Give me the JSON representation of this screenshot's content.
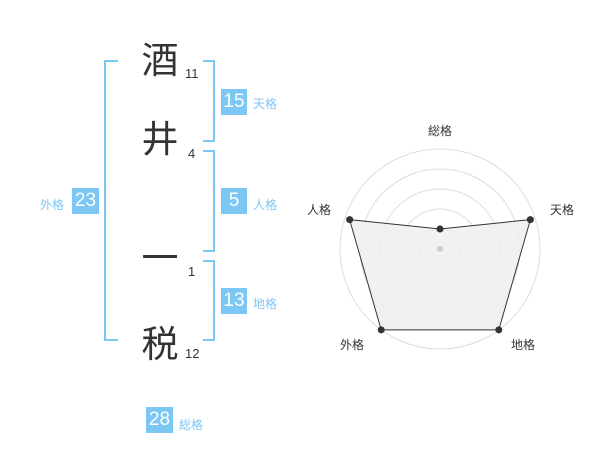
{
  "characters": [
    {
      "char": "酒",
      "strokes": "11"
    },
    {
      "char": "井",
      "strokes": "4"
    },
    {
      "char": "一",
      "strokes": "1"
    },
    {
      "char": "税",
      "strokes": "12"
    }
  ],
  "fortunes": {
    "tenkaku": {
      "value": "15",
      "label": "天格"
    },
    "jinkaku": {
      "value": "5",
      "label": "人格"
    },
    "chikaku": {
      "value": "13",
      "label": "地格"
    },
    "gaikaku": {
      "value": "23",
      "label": "外格"
    },
    "soukaku": {
      "value": "28",
      "label": "総格"
    }
  },
  "colors": {
    "accent": "#7cc7f3",
    "text": "#333333",
    "grid": "#dddddd",
    "fill": "#eeeeee"
  },
  "chart_data": {
    "type": "radar",
    "axes": [
      "総格",
      "天格",
      "地格",
      "外格",
      "人格"
    ],
    "values": [
      0.2,
      0.95,
      1.0,
      1.0,
      0.95
    ],
    "rings": 5,
    "max": 1
  }
}
